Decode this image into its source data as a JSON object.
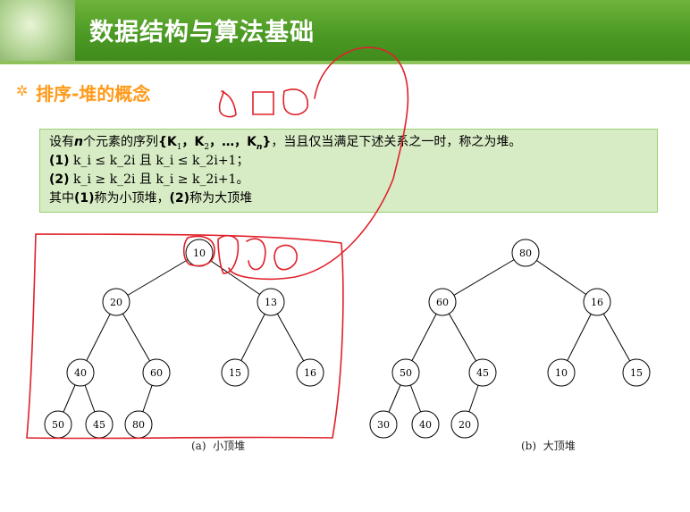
{
  "header": {
    "title": "数据结构与算法基础"
  },
  "section": {
    "title": "排序-堆的概念"
  },
  "definition": {
    "line1_prefix": "设有",
    "line1_n": "n",
    "line1_mid": "个元素的序列",
    "line1_seq": "{K",
    "line1_seq_sub1": "1",
    "line1_seq2": "，K",
    "line1_seq_sub2": "2",
    "line1_seq3": "，…，K",
    "line1_seq_subn": "n",
    "line1_seq_end": "}",
    "line1_suffix": "，当且仅当满足下述关系之一时，称之为堆。",
    "line2_label": "(1)",
    "line2_expr": "k_i ≤ k_2i 且 k_i ≤ k_2i+1；",
    "line3_label": "(2)",
    "line3_expr": "k_i ≥ k_2i 且 k_i ≥ k_2i+1。",
    "line4_prefix": "其中",
    "line4_b1": "(1)",
    "line4_mid": "称为小顶堆，",
    "line4_b2": "(2)",
    "line4_suffix": "称为大顶堆"
  },
  "trees": {
    "min_heap": {
      "values": [
        "10",
        "20",
        "13",
        "40",
        "60",
        "15",
        "16",
        "50",
        "45",
        "80"
      ],
      "caption_label": "(a)",
      "caption_text": "小顶堆"
    },
    "max_heap": {
      "values": [
        "80",
        "60",
        "16",
        "50",
        "45",
        "10",
        "15",
        "30",
        "40",
        "20"
      ],
      "caption_label": "(b)",
      "caption_text": "大顶堆"
    }
  },
  "colors": {
    "header_green": "#4b9a24",
    "accent_orange": "#ff9a1a",
    "box_green": "#d7ecc4",
    "annotation_red": "#e0202a"
  }
}
